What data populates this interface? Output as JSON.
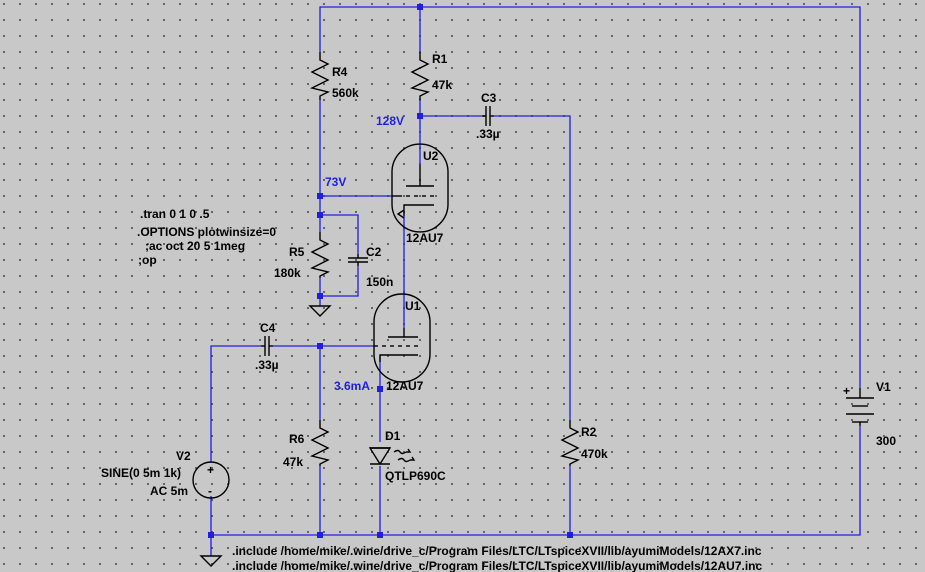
{
  "components": {
    "r1": {
      "name": "R1",
      "value": "47k"
    },
    "r2": {
      "name": "R2",
      "value": "470k"
    },
    "r4": {
      "name": "R4",
      "value": "560k"
    },
    "r5": {
      "name": "R5",
      "value": "180k"
    },
    "r6": {
      "name": "R6",
      "value": "47k"
    },
    "c2": {
      "name": "C2",
      "value": "150n"
    },
    "c3": {
      "name": "C3",
      "value": ".33µ"
    },
    "c4": {
      "name": "C4",
      "value": ".33µ"
    },
    "u1": {
      "name": "U1",
      "value": "12AU7"
    },
    "u2": {
      "name": "U2",
      "value": "12AU7"
    },
    "d1": {
      "name": "D1",
      "value": "QTLP690C"
    },
    "v1": {
      "name": "V1",
      "value": "300",
      "plus": "+"
    },
    "v2": {
      "name": "V2",
      "value": "SINE(0 5m 1k)",
      "ac": "AC 5m",
      "plus": "+",
      "minus": "-"
    }
  },
  "annotations": {
    "plate_voltage": "128V",
    "grid_voltage": "73V",
    "cathode_current": "3.6mA"
  },
  "directives": {
    "tran": ".tran 0 1 0 .5",
    "options": ".OPTIONS plotwinsize=0",
    "ac": ";ac oct 20 5 1meg",
    "op": ";op",
    "include1": ".include /home/mike/.wine/drive_c/Program Files/LTC/LTspiceXVII/lib/ayumiModels/12AX7.inc",
    "include2": ".include /home/mike/.wine/drive_c/Program Files/LTC/LTspiceXVII/lib/ayumiModels/12AU7.inc"
  }
}
